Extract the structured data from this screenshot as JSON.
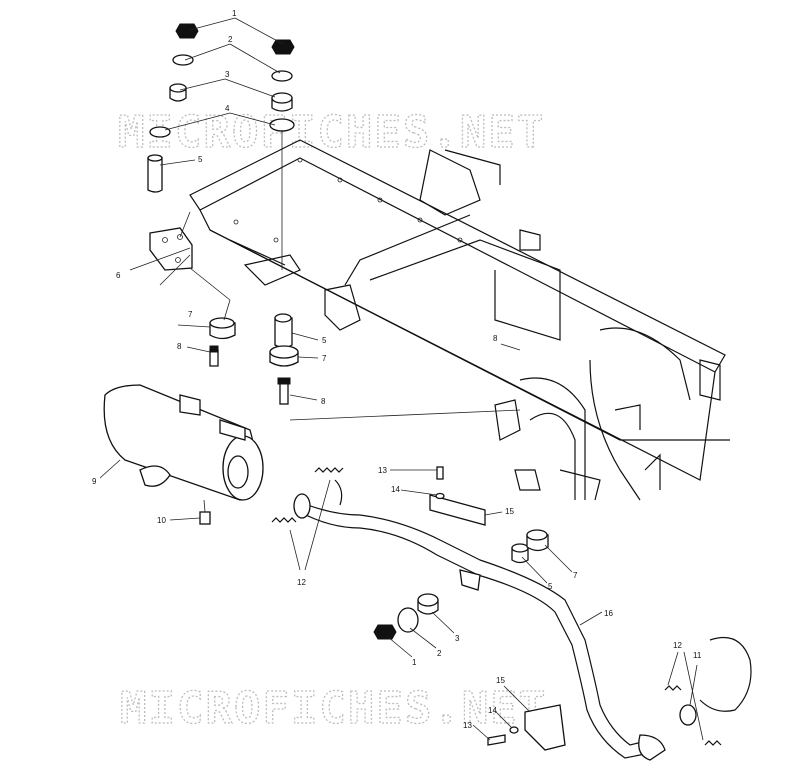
{
  "watermark": "MICROFICHES.NET",
  "callouts": [
    {
      "id": "c1a",
      "text": "1"
    },
    {
      "id": "c2a",
      "text": "2"
    },
    {
      "id": "c3a",
      "text": "3"
    },
    {
      "id": "c4a",
      "text": "4"
    },
    {
      "id": "c5a",
      "text": "5"
    },
    {
      "id": "c6",
      "text": "6"
    },
    {
      "id": "c7a",
      "text": "7"
    },
    {
      "id": "c8a",
      "text": "8"
    },
    {
      "id": "c5b",
      "text": "5"
    },
    {
      "id": "c7b",
      "text": "7"
    },
    {
      "id": "c8b",
      "text": "8"
    },
    {
      "id": "c8c",
      "text": "8"
    },
    {
      "id": "c9",
      "text": "9"
    },
    {
      "id": "c10",
      "text": "10"
    },
    {
      "id": "c12a",
      "text": "12"
    },
    {
      "id": "c13a",
      "text": "13"
    },
    {
      "id": "c14a",
      "text": "14"
    },
    {
      "id": "c15a",
      "text": "15"
    },
    {
      "id": "c5c",
      "text": "5"
    },
    {
      "id": "c7c",
      "text": "7"
    },
    {
      "id": "c16",
      "text": "16"
    },
    {
      "id": "c1b",
      "text": "1"
    },
    {
      "id": "c2b",
      "text": "2"
    },
    {
      "id": "c3b",
      "text": "3"
    },
    {
      "id": "c12b",
      "text": "12"
    },
    {
      "id": "c11",
      "text": "11"
    },
    {
      "id": "c15b",
      "text": "15"
    },
    {
      "id": "c14b",
      "text": "14"
    },
    {
      "id": "c13b",
      "text": "13"
    }
  ]
}
